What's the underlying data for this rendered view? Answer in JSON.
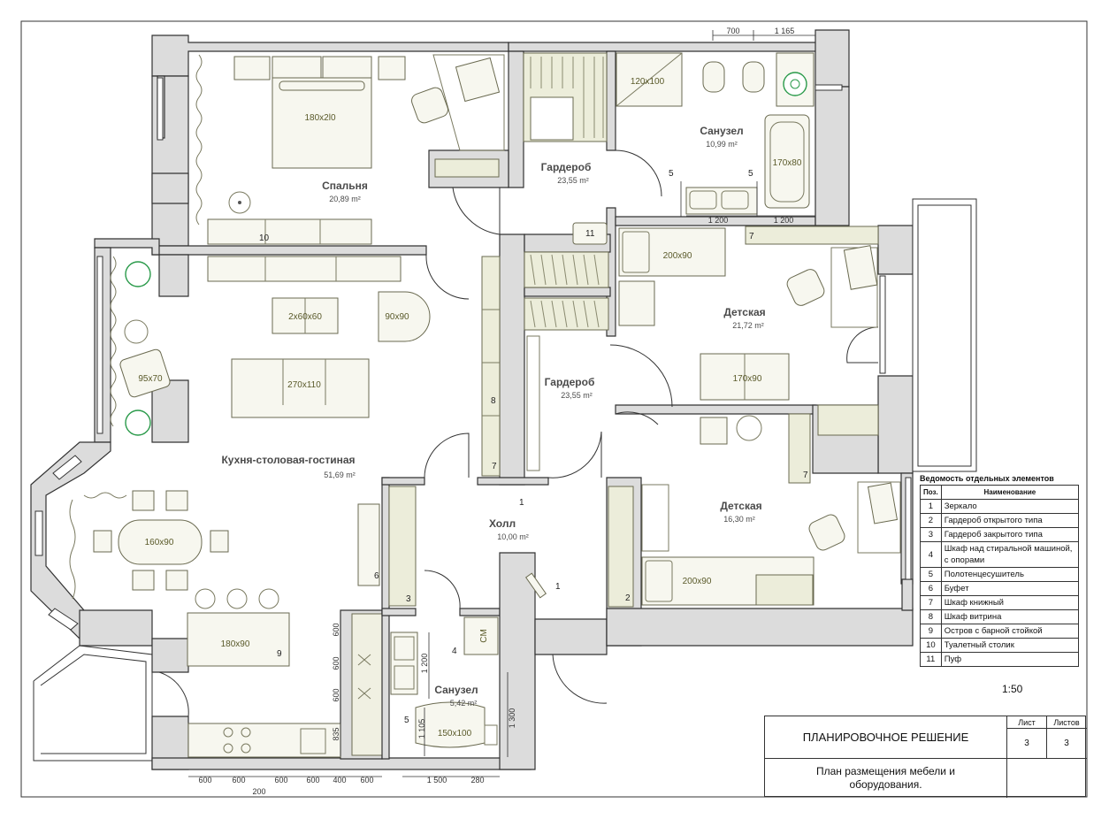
{
  "rooms": {
    "bedroom": {
      "name": "Спальня",
      "area": "20,89 m²"
    },
    "wardrobe_top": {
      "name": "Гардероб",
      "area": "23,55 m²"
    },
    "bath_big": {
      "name": "Санузел",
      "area": "10,99 m²"
    },
    "kids1": {
      "name": "Детская",
      "area": "21,72 m²"
    },
    "wardrobe_mid": {
      "name": "Гардероб",
      "area": "23,55 m²"
    },
    "living": {
      "name": "Кухня-столовая-гостиная",
      "area": "51,69 m²"
    },
    "hall": {
      "name": "Холл",
      "area": "10,00 m²"
    },
    "kids2": {
      "name": "Детская",
      "area": "16,30 m²"
    },
    "bath_small": {
      "name": "Санузел",
      "area": "5,42 m²"
    }
  },
  "furniture": {
    "bed_main": "180x2l0",
    "shower": "120x100",
    "bathtub_big": "170x80",
    "bed_kids1": "200x90",
    "sofa_kids1": "170x90",
    "table_living": "2x60x60",
    "chair_living": "90x90",
    "sofa_living": "270x110",
    "armchair_bay": "95x70",
    "dining_table": "160x90",
    "island": "180x90",
    "bed_kids2": "200x90",
    "bathtub_small": "150x100",
    "washer": "CM"
  },
  "markers": [
    "1",
    "2",
    "3",
    "4",
    "5",
    "5",
    "5",
    "6",
    "7",
    "7",
    "7",
    "8",
    "9",
    "10",
    "11"
  ],
  "dimensions": {
    "top": [
      "700",
      "1 165"
    ],
    "bath_sink": [
      "1 200",
      "1 200"
    ],
    "kitchen_vertical": [
      "600",
      "600",
      "600",
      "835"
    ],
    "bottom_left": [
      "600",
      "600",
      "600",
      "600",
      "400",
      "600"
    ],
    "bottom_total": "200",
    "bottom_right": [
      "1 500",
      "280"
    ],
    "small_bath": [
      "1 200",
      "1 105",
      "1 300"
    ]
  },
  "legend": {
    "title": "Ведомость отдельных элементов",
    "header_pos": "Поз.",
    "header_name": "Наименование",
    "items": [
      {
        "n": "1",
        "name": "Зеркало"
      },
      {
        "n": "2",
        "name": "Гардероб открытого типа"
      },
      {
        "n": "3",
        "name": "Гардероб закрытого типа"
      },
      {
        "n": "4",
        "name": "Шкаф над стиральной машиной, с опорами"
      },
      {
        "n": "5",
        "name": "Полотенцесушитель"
      },
      {
        "n": "6",
        "name": "Буфет"
      },
      {
        "n": "7",
        "name": "Шкаф книжный"
      },
      {
        "n": "8",
        "name": "Шкаф витрина"
      },
      {
        "n": "9",
        "name": "Остров с барной стойкой"
      },
      {
        "n": "10",
        "name": "Туалетный столик"
      },
      {
        "n": "11",
        "name": "Пуф"
      }
    ]
  },
  "scale": "1:50",
  "title_block": {
    "title": "ПЛАНИРОВОЧНОЕ РЕШЕНИЕ",
    "subtitle_line1": "План размещения мебели и",
    "subtitle_line2": "оборудования.",
    "sheet_label": "Лист",
    "sheets_label": "Листов",
    "sheet": "3",
    "sheets": "3"
  },
  "colors": {
    "wall": "#dcdcdc",
    "cabinet": "#ecedda",
    "plant": "#2a9a4a",
    "text_furniture": "#5a5a2a"
  }
}
